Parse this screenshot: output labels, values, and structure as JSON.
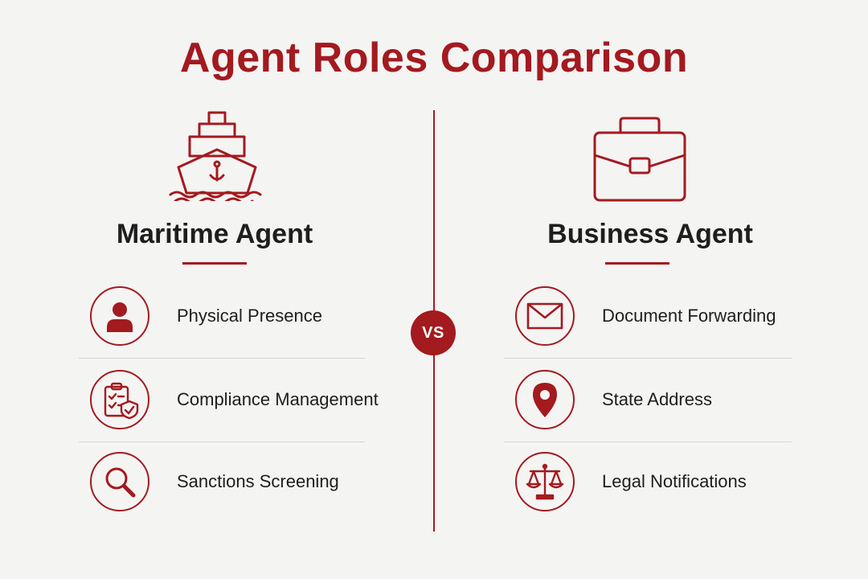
{
  "title": "Agent Roles Comparison",
  "vs_label": "VS",
  "accent_color": "#a31a1f",
  "left": {
    "heading": "Maritime Agent",
    "hero_icon": "ship-anchor-icon",
    "items": [
      {
        "label": "Physical Presence",
        "icon": "person-icon"
      },
      {
        "label": "Compliance Management",
        "icon": "clipboard-shield-icon"
      },
      {
        "label": "Sanctions Screening",
        "icon": "magnifier-icon"
      }
    ]
  },
  "right": {
    "heading": "Business Agent",
    "hero_icon": "briefcase-icon",
    "items": [
      {
        "label": "Document Forwarding",
        "icon": "envelope-icon"
      },
      {
        "label": "State Address",
        "icon": "location-pin-icon"
      },
      {
        "label": "Legal Notifications",
        "icon": "scales-icon"
      }
    ]
  }
}
